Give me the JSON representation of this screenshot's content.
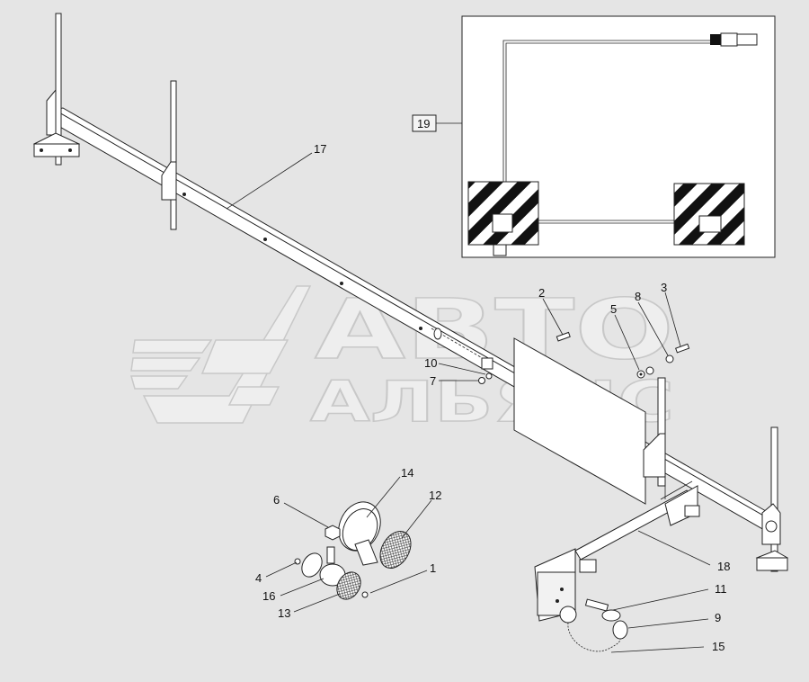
{
  "watermark": {
    "line1": "АВТО",
    "line2": "АЛЬЯНС"
  },
  "callouts": [
    {
      "id": "c17",
      "text": "17"
    },
    {
      "id": "c19",
      "text": "19"
    },
    {
      "id": "c2",
      "text": "2"
    },
    {
      "id": "c3",
      "text": "3"
    },
    {
      "id": "c8",
      "text": "8"
    },
    {
      "id": "c5",
      "text": "5"
    },
    {
      "id": "c10",
      "text": "10"
    },
    {
      "id": "c7",
      "text": "7"
    },
    {
      "id": "c14",
      "text": "14"
    },
    {
      "id": "c12",
      "text": "12"
    },
    {
      "id": "c6",
      "text": "6"
    },
    {
      "id": "c1",
      "text": "1"
    },
    {
      "id": "c4",
      "text": "4"
    },
    {
      "id": "c16",
      "text": "16"
    },
    {
      "id": "c13",
      "text": "13"
    },
    {
      "id": "c18",
      "text": "18"
    },
    {
      "id": "c11",
      "text": "11"
    },
    {
      "id": "c9",
      "text": "9"
    },
    {
      "id": "c15",
      "text": "15"
    }
  ],
  "colors": {
    "background": "#e5e5e5",
    "line": "#222222",
    "part_fill": "#ffffff",
    "hatch_dark": "#111111"
  }
}
